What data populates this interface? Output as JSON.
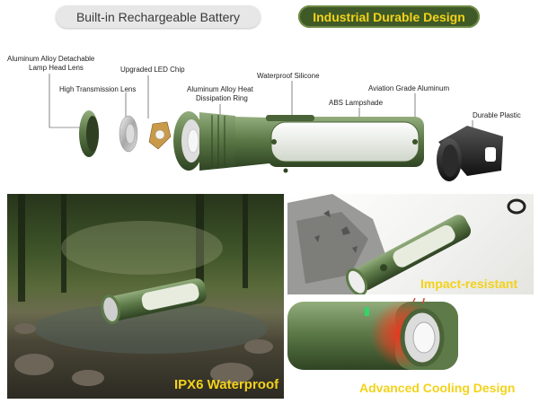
{
  "banner": {
    "left_pill": "Built-in Rechargeable Battery",
    "right_pill": "Industrial Durable Design",
    "right_pill_text_color": "#f3d21a",
    "right_pill_bg": "#3f5a26"
  },
  "exploded_view": {
    "labels": {
      "lens_ring_line1": "Aluminum Alloy Detachable",
      "lens_ring_line2": "Lamp Head Lens",
      "transmission_lens": "High Transmission Lens",
      "led_chip": "Upgraded LED Chip",
      "heat_ring_line1": "Aluminum Alloy Heat",
      "heat_ring_line2": "Dissipation Ring",
      "silicone": "Waterproof Silicone",
      "lampshade": "ABS Lampshade",
      "body": "Aviation Grade Aluminum",
      "plastic": "Durable Plastic"
    },
    "body_color": "#5d7a48"
  },
  "panels": {
    "waterproof": {
      "caption": "IPX6 Waterproof",
      "caption_color": "#f3d21a"
    },
    "impact": {
      "caption": "Impact-resistant",
      "caption_color": "#f3d21a"
    },
    "cooling": {
      "caption": "Advanced Cooling Design",
      "caption_color": "#f3d21a"
    }
  }
}
